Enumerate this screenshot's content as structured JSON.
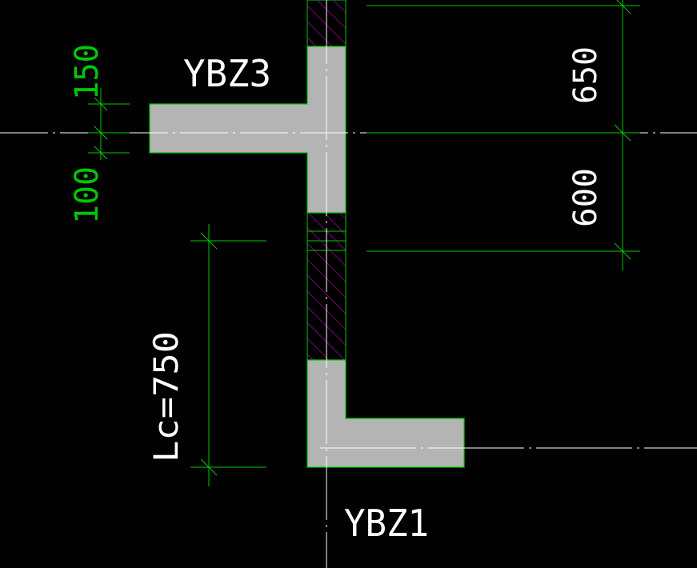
{
  "labels": {
    "ybz3": "YBZ3",
    "ybz1": "YBZ1"
  },
  "dimensions": {
    "left_upper": "150",
    "left_lower": "100",
    "right_upper": "650",
    "right_lower": "600",
    "lc": "Lc=750"
  },
  "colors": {
    "background": "#000000",
    "dimension": "#00c800",
    "dimension_text": "#00c800",
    "outline": "#00c800",
    "fill": "#b4b4b4",
    "hatch": "#c800c8",
    "centerline": "#ffffff",
    "text": "#ffffff"
  },
  "icons": {
    "hatch_pattern": "diagonal-hatch-pattern"
  }
}
